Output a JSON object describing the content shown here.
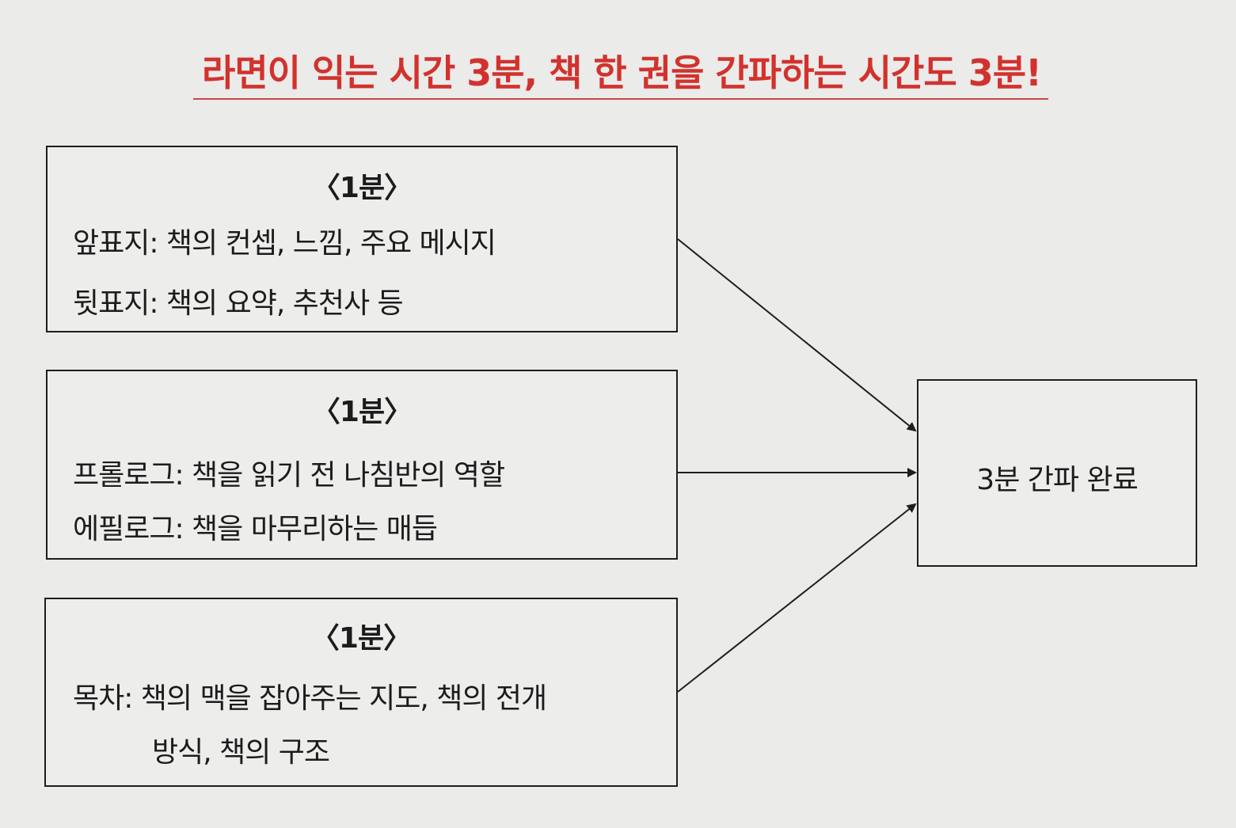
{
  "title": "라면이 익는 시간 3분, 책 한 권을 간파하는 시간도 3분!",
  "boxes": [
    {
      "heading": "〈1분〉",
      "lines": [
        "앞표지: 책의 컨셉, 느낌, 주요 메시지",
        "뒷표지: 책의 요약, 추천사 등"
      ]
    },
    {
      "heading": "〈1분〉",
      "lines": [
        "프롤로그: 책을 읽기 전 나침반의 역할",
        "에필로그: 책을 마무리하는 매듭"
      ]
    },
    {
      "heading": "〈1분〉",
      "lines": [
        "목차: 책의 맥을 잡아주는 지도, 책의 전개",
        "방식, 책의 구조"
      ]
    }
  ],
  "result": "3분 간파 완료",
  "colors": {
    "title": "#d2322d",
    "line": "#1e1e1e",
    "background": "#ebebea"
  }
}
